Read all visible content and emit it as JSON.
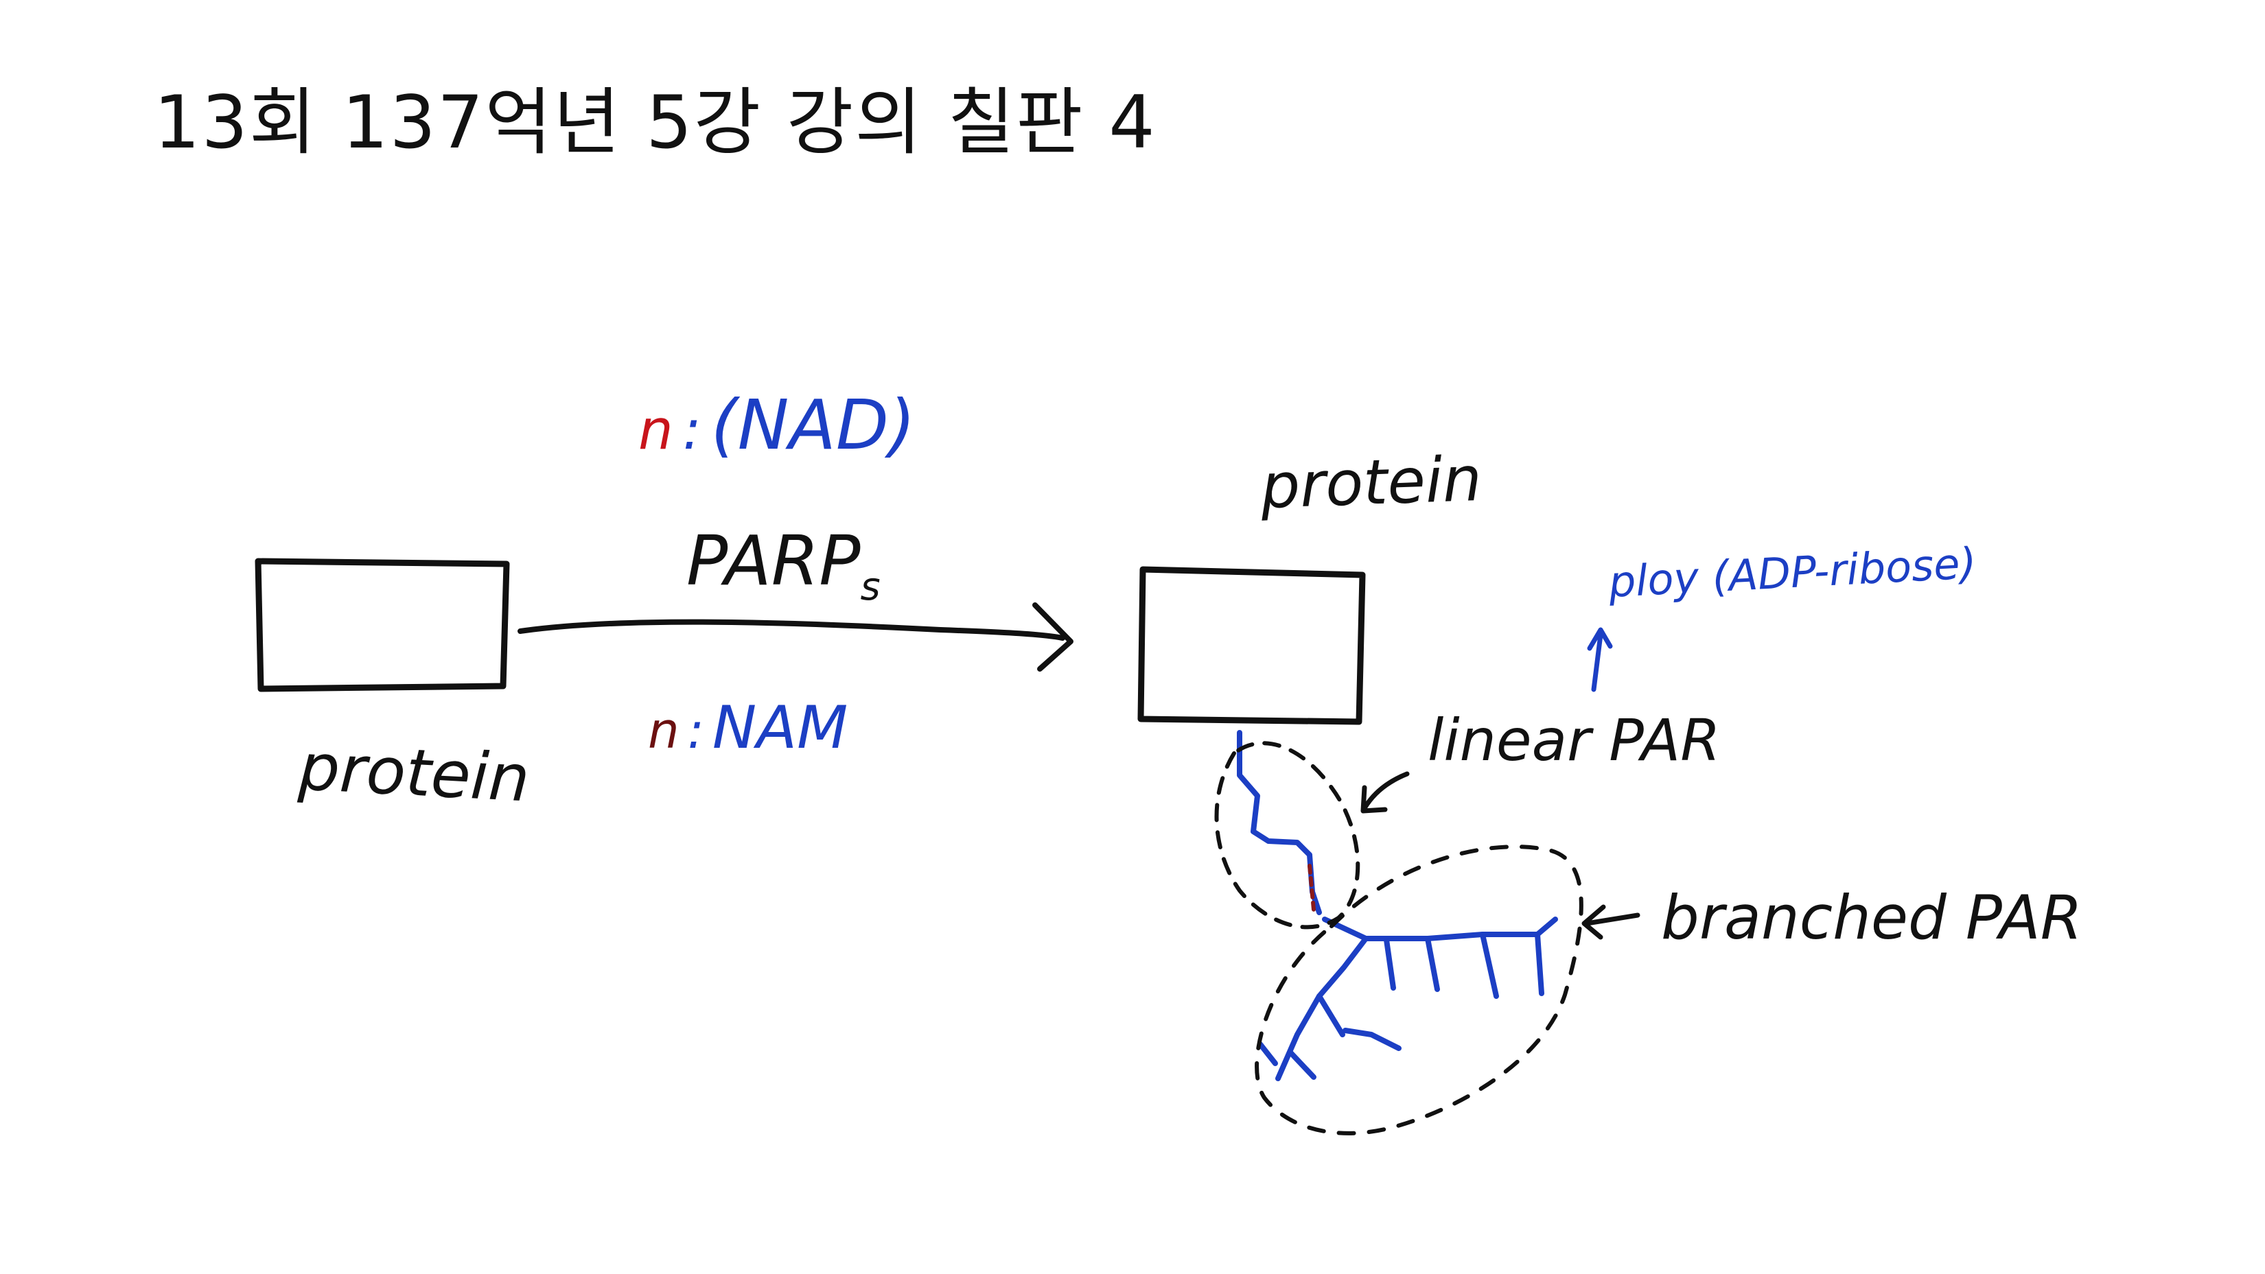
{
  "title": "13회 137억년 5강 강의 칠판 4",
  "diagram": {
    "left_protein_label": "protein",
    "right_protein_label": "protein",
    "enzyme_label": "PARP",
    "enzyme_subscript": "s",
    "substrate_coefficient": "n",
    "substrate_separator": ":",
    "substrate_label": "(NAD)",
    "product_coefficient": "n",
    "product_separator": ":",
    "product_label": "NAM",
    "polymer_label": "ploy (ADP-ribose)",
    "linear_label": "linear PAR",
    "branched_label": "branched PAR"
  },
  "colors": {
    "ink_black": "#111111",
    "ink_blue": "#1c3fc4",
    "ink_red": "#c8141b"
  }
}
